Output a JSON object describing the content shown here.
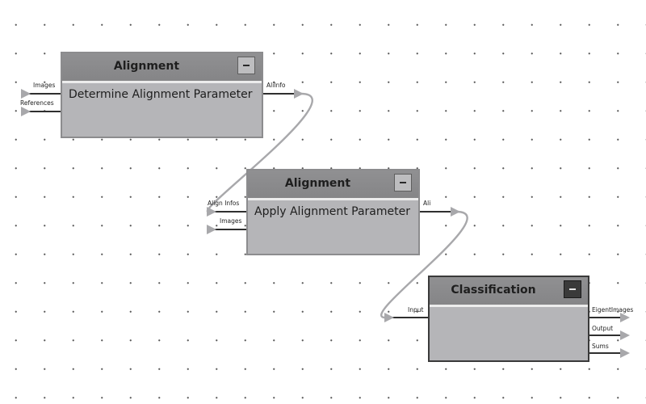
{
  "graph": {
    "nodes": [
      {
        "title": "Alignment",
        "label": "Determine Alignment Parameter",
        "inputs": [
          "Images",
          "References"
        ],
        "outputs": [
          "AliInfo"
        ]
      },
      {
        "title": "Alignment",
        "label": "Apply Alignment Parameter",
        "inputs": [
          "Align Infos",
          "Images"
        ],
        "outputs": [
          "Ali"
        ]
      },
      {
        "title": "Classification",
        "label": "",
        "inputs": [
          "Input"
        ],
        "outputs": [
          "EigentImages",
          "Output",
          "Sums"
        ]
      }
    ]
  },
  "colors": {
    "background": "#ffffff",
    "grid_dot": "#5a5a5a",
    "node_body": "#b5b5b8",
    "node_header": "#8a8a8c",
    "wire": "#a8a8ab",
    "selected_border": "#3a3a3a"
  }
}
